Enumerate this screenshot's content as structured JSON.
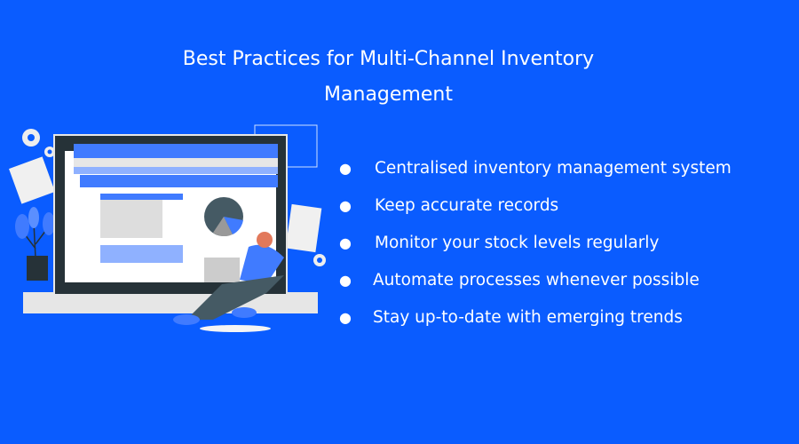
{
  "title": {
    "line1": "Best Practices for Multi-Channel Inventory",
    "line2": "Management"
  },
  "bullets": [
    "Centralised inventory management system",
    "Keep accurate records",
    "Monitor your stock levels regularly",
    "Automate processes whenever possible",
    "Stay up-to-date with emerging trends"
  ],
  "colors": {
    "background": "#0a5cff",
    "text": "#ffffff",
    "screen": "#263238",
    "accent": "#407bff"
  }
}
